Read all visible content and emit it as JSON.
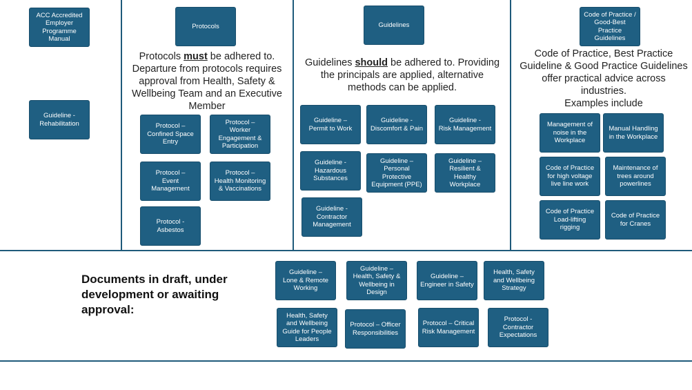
{
  "left_column": {
    "items": [
      "ACC Accredited\nEmployer\nProgramme\nManual",
      "Guideline -\nRehabilitation"
    ]
  },
  "protocols": {
    "header": "Protocols",
    "text_before": "Protocols ",
    "text_emphasis": "must",
    "text_after": " be adhered to. Departure from protocols requires approval from Health, Safety & Wellbeing Team and an Executive Member",
    "items": [
      "Protocol –\nConfined Space\nEntry",
      "Protocol –\nWorker\nEngagement &\nParticipation",
      "Protocol –\nEvent\nManagement",
      "Protocol –\nHealth Monitoring\n& Vaccinations",
      "Protocol -\nAsbestos"
    ]
  },
  "guidelines": {
    "header": "Guidelines",
    "text_before": "Guidelines ",
    "text_emphasis": "should",
    "text_after": " be adhered to. Providing the principals are applied, alternative methods can be applied.",
    "items": [
      "Guideline –\nPermit to Work",
      "Guideline -\nDiscomfort & Pain",
      "Guideline -\nRisk Management",
      "Guideline -\nHazardous\nSubstances",
      "Guideline –\nPersonal\nProtective\nEquipment (PPE)",
      "Guideline –\nResilient &\nHealthy\nWorkplace",
      "Guideline -\nContractor\nManagement"
    ]
  },
  "codes": {
    "header": "Code of Practice /\nGood-Best\nPractice\nGuidelines",
    "text": "Code of Practice, Best Practice Guideline & Good Practice Guidelines offer practical advice across industries.\nExamples include",
    "items": [
      "Management of\nnoise in the\nWorkplace",
      "Manual Handling\nin the Workplace",
      "Code of Practice\nfor high voltage\nlive line work",
      "Maintenance of\ntrees around\npowerlines",
      "Code of Practice\nLoad-lifting\nrigging",
      "Code of Practice\nfor Cranes"
    ]
  },
  "draft": {
    "label": "Documents in draft, under development or awaiting approval:",
    "items": [
      "Guideline –\nLone & Remote\nWorking",
      "Guideline –\nHealth, Safety &\nWellbeing in\nDesign",
      "Guideline –\nEngineer in Safety",
      "Health, Safety\nand Wellbeing\nStrategy",
      "Health, Safety\nand Wellbeing\nGuide for People\nLeaders",
      "Protocol – Officer\nResponsibilities",
      "Protocol – Critical\nRisk Management",
      "Protocol -\nContractor\nExpectations"
    ]
  },
  "colors": {
    "box": "#1f5f82",
    "line": "#1e5a7a"
  }
}
